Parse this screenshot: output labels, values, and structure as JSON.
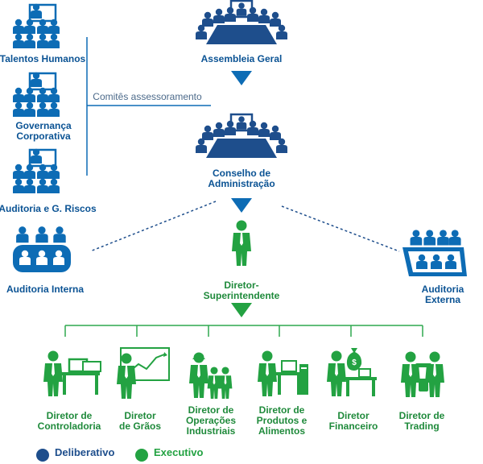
{
  "colors": {
    "blue": "#0d6cb5",
    "dark_blue": "#1e4e8c",
    "green": "#23a242",
    "line_green": "#2fa84f"
  },
  "advisory": {
    "talentos": "Talentos Humanos",
    "governanca": "Governança\nCorporativa",
    "auditoria_riscos": "Auditoria e G. Riscos",
    "comites": "Comitês assessoramento"
  },
  "top": {
    "assembleia": "Assembleia Geral",
    "conselho": "Conselho de\nAdministração",
    "diretor_sup": "Diretor-\nSuperintendente"
  },
  "sides": {
    "auditoria_interna": "Auditoria Interna",
    "auditoria_externa": "Auditoria Externa"
  },
  "directors": [
    {
      "label": "Diretor de\nControladoria",
      "icon": "computer-desk-icon"
    },
    {
      "label": "Diretor\nde Grãos",
      "icon": "chart-board-icon"
    },
    {
      "label": "Diretor de\nOperações\nIndustriais",
      "icon": "workers-icon"
    },
    {
      "label": "Diretor de\nProdutos e\nAlimentos",
      "icon": "tower-desk-icon"
    },
    {
      "label": "Diretor\nFinanceiro",
      "icon": "money-bag-icon"
    },
    {
      "label": "Diretor de\nTrading",
      "icon": "handshake-icon"
    }
  ],
  "legend": {
    "deliberativo": "Deliberativo",
    "executivo": "Executivo"
  }
}
